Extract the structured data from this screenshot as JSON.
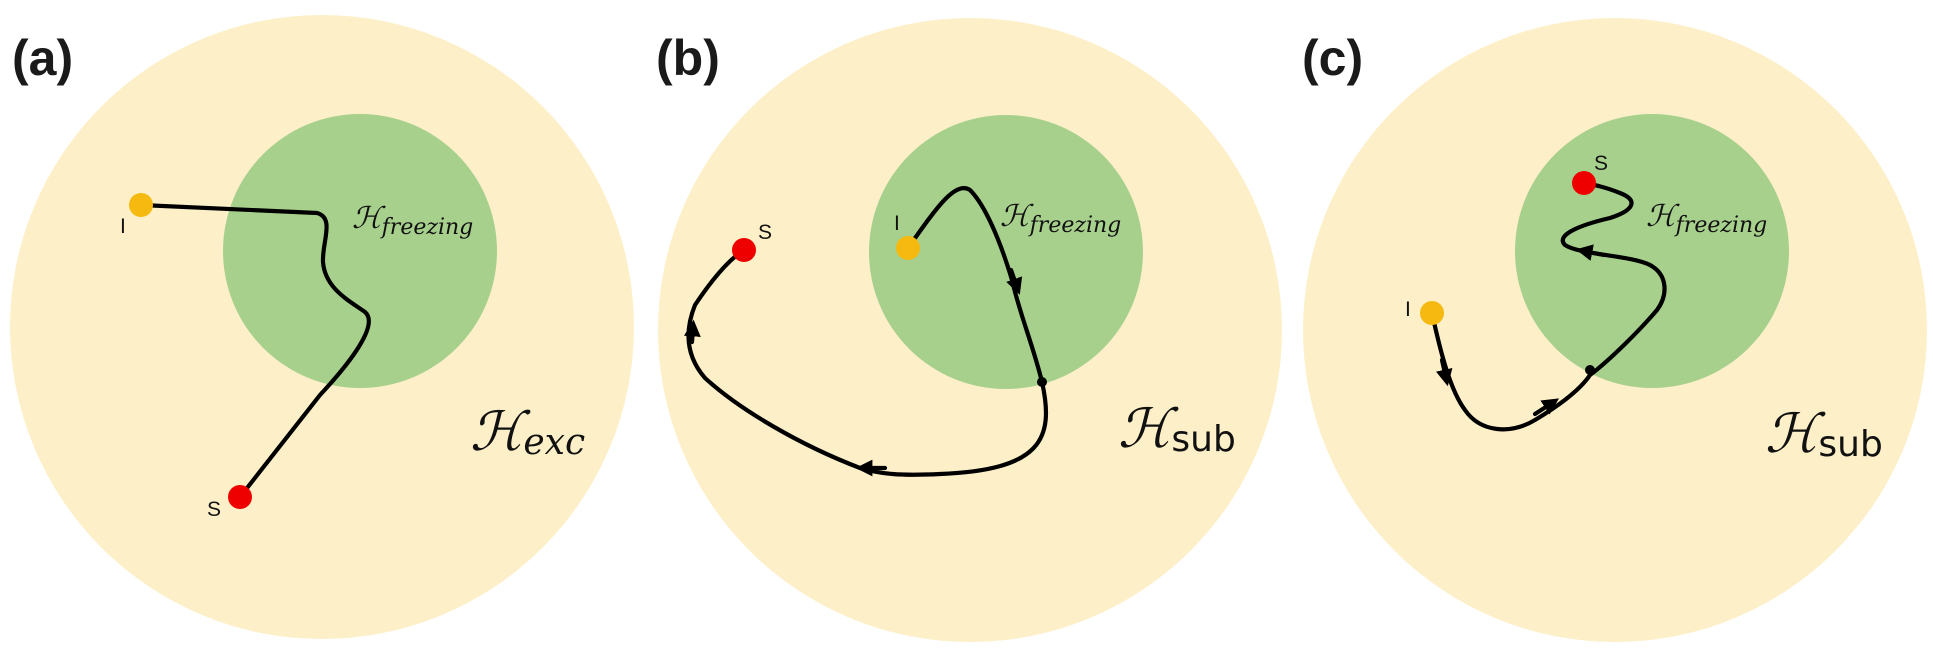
{
  "colors": {
    "outer_region": "#fdefc8",
    "inner_region": "#a8d08d",
    "initial_point": "#f6b90f",
    "final_point": "#ef0000",
    "path": "#000000"
  },
  "panels": [
    {
      "label": "(a)",
      "outer_region": {
        "symbol": "ℋ",
        "subscript": "exc"
      },
      "inner_region": {
        "symbol": "ℋ",
        "subscript": "freezing"
      },
      "initial_label": "I",
      "final_label": "S"
    },
    {
      "label": "(b)",
      "outer_region": {
        "symbol": "ℋ",
        "subscript": "sub"
      },
      "inner_region": {
        "symbol": "ℋ",
        "subscript": "freezing"
      },
      "initial_label": "I",
      "final_label": "S"
    },
    {
      "label": "(c)",
      "outer_region": {
        "symbol": "ℋ",
        "subscript": "sub"
      },
      "inner_region": {
        "symbol": "ℋ",
        "subscript": "freezing"
      },
      "initial_label": "I",
      "final_label": "S"
    }
  ]
}
